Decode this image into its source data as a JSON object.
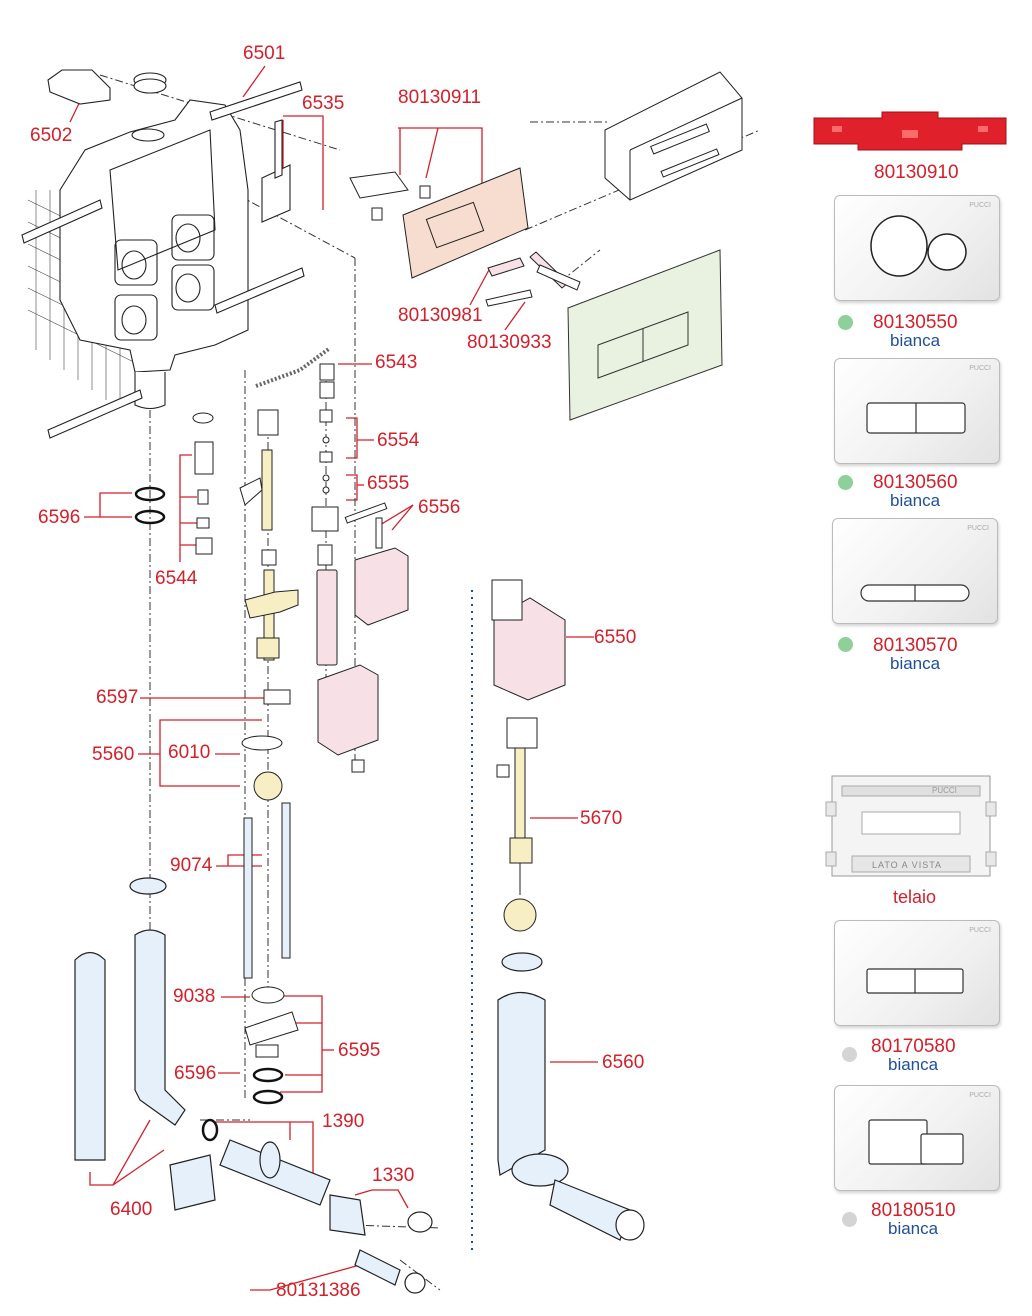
{
  "colors": {
    "label_red": "#d3202a",
    "label_blue": "#1f4e9c",
    "dot_green": "#8fcf9a",
    "dot_grey": "#d4d4d4",
    "part_pink": "#f7e1e6",
    "part_blue": "#e6f0fa",
    "part_yellow": "#f7eec4",
    "plate_green": "#e9f2e0",
    "frame_peach": "#f7dcd0",
    "accent_red": "#e0202a"
  },
  "parts": {
    "p6501": "6501",
    "p6502": "6502",
    "p6535": "6535",
    "p80130911": "80130911",
    "p80130981": "80130981",
    "p80130933": "80130933",
    "p6543": "6543",
    "p6554": "6554",
    "p6555": "6555",
    "p6556": "6556",
    "p6596a": "6596",
    "p6544": "6544",
    "p6597": "6597",
    "p5560": "5560",
    "p6010": "6010",
    "p9074": "9074",
    "p9038": "9038",
    "p6595": "6595",
    "p6596b": "6596",
    "p1390": "1390",
    "p6400": "6400",
    "p1330": "1330",
    "p80131386": "80131386",
    "p6550": "6550",
    "p5670": "5670",
    "p6560": "6560"
  },
  "side_panel": {
    "red_bar_code": "80130910",
    "plates": [
      {
        "code": "80130550",
        "finish": "bianca",
        "dot": "green",
        "style": "round",
        "brand": "PUCCI"
      },
      {
        "code": "80130560",
        "finish": "bianca",
        "dot": "green",
        "style": "rect",
        "brand": "PUCCI"
      },
      {
        "code": "80130570",
        "finish": "bianca",
        "dot": "green",
        "style": "pill",
        "brand": "PUCCI"
      }
    ],
    "frame": {
      "label": "telaio",
      "brand": "PUCCI",
      "text": "LATO A VISTA"
    },
    "plates_lower": [
      {
        "code": "80170580",
        "finish": "bianca",
        "dot": "grey",
        "style": "thinrect",
        "brand": "PUCCI"
      },
      {
        "code": "80180510",
        "finish": "bianca",
        "dot": "grey",
        "style": "offset",
        "brand": "PUCCI"
      }
    ]
  }
}
